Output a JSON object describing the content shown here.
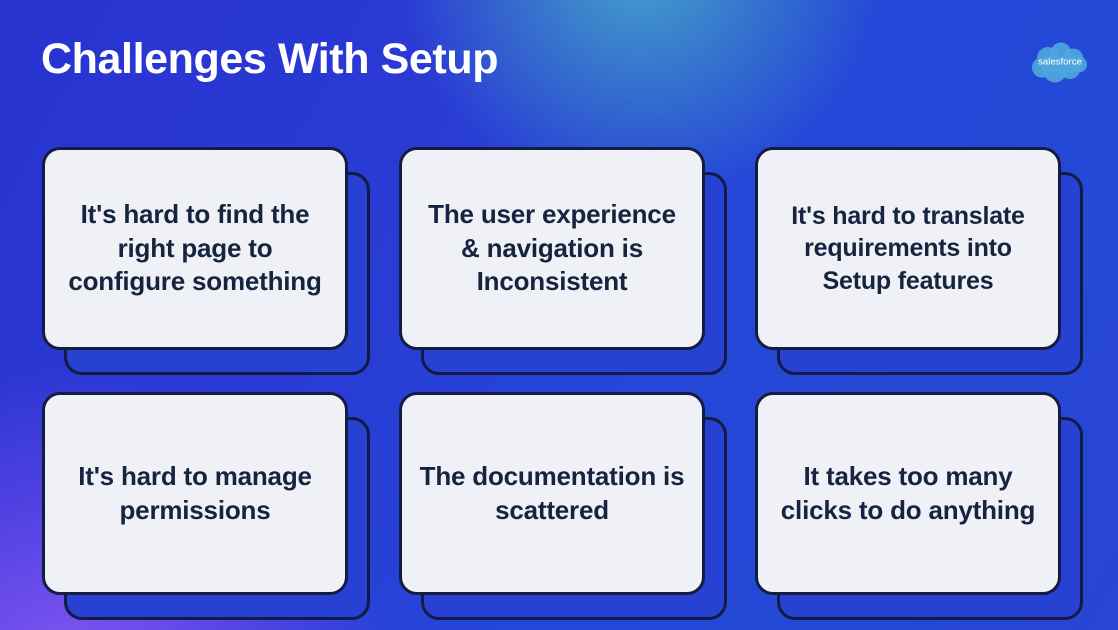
{
  "slide": {
    "title": "Challenges With Setup",
    "brand_logo_label": "salesforce",
    "colors": {
      "background_blue": "#2a3ad4",
      "background_purple": "#8c5af5",
      "background_teal": "#4ab4c8",
      "card_face": "#f0f1f7",
      "card_border": "#141d40",
      "card_shadow": "#2741d2",
      "card_text": "#16243f",
      "title_text": "#ffffff",
      "logo_cloud": "#4aa3de"
    }
  },
  "cards": [
    {
      "id": "find-right-page",
      "text": "It's hard to find the right page to configure something"
    },
    {
      "id": "ux-navigation",
      "text": "The user experience & navigation is Inconsistent"
    },
    {
      "id": "translate-requirements",
      "text": "It's hard to translate requirements into Setup features"
    },
    {
      "id": "manage-permissions",
      "text": "It's hard to manage permissions"
    },
    {
      "id": "documentation",
      "text": "The documentation is scattered"
    },
    {
      "id": "too-many-clicks",
      "text": "It takes too many clicks to do anything"
    }
  ]
}
